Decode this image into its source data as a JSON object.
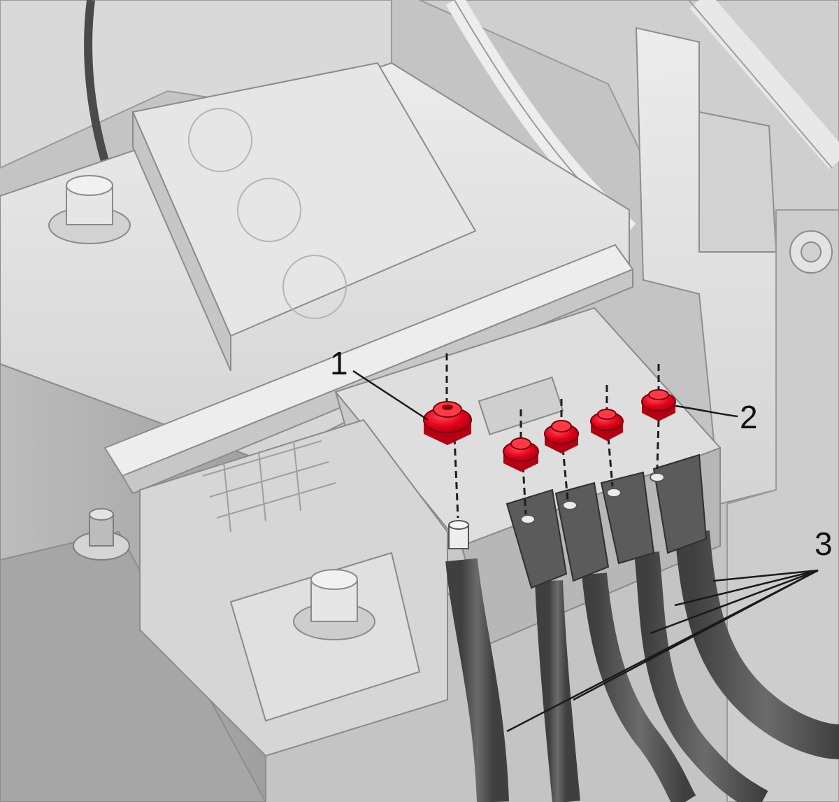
{
  "callouts": {
    "c1": "1",
    "c2": "2",
    "c3": "3"
  },
  "colors": {
    "background": "#bfbfbf",
    "part_light": "#e2e2e2",
    "part_mid": "#cfcfcf",
    "part_dark": "#a9a9a9",
    "cable": "#5a5a5a",
    "cable_dark": "#3e3e3e",
    "highlight_nut": "#e3001b",
    "line": "#222222"
  },
  "icons": {
    "nut": "hex-nut-icon",
    "terminal_stud": "stud-icon"
  }
}
